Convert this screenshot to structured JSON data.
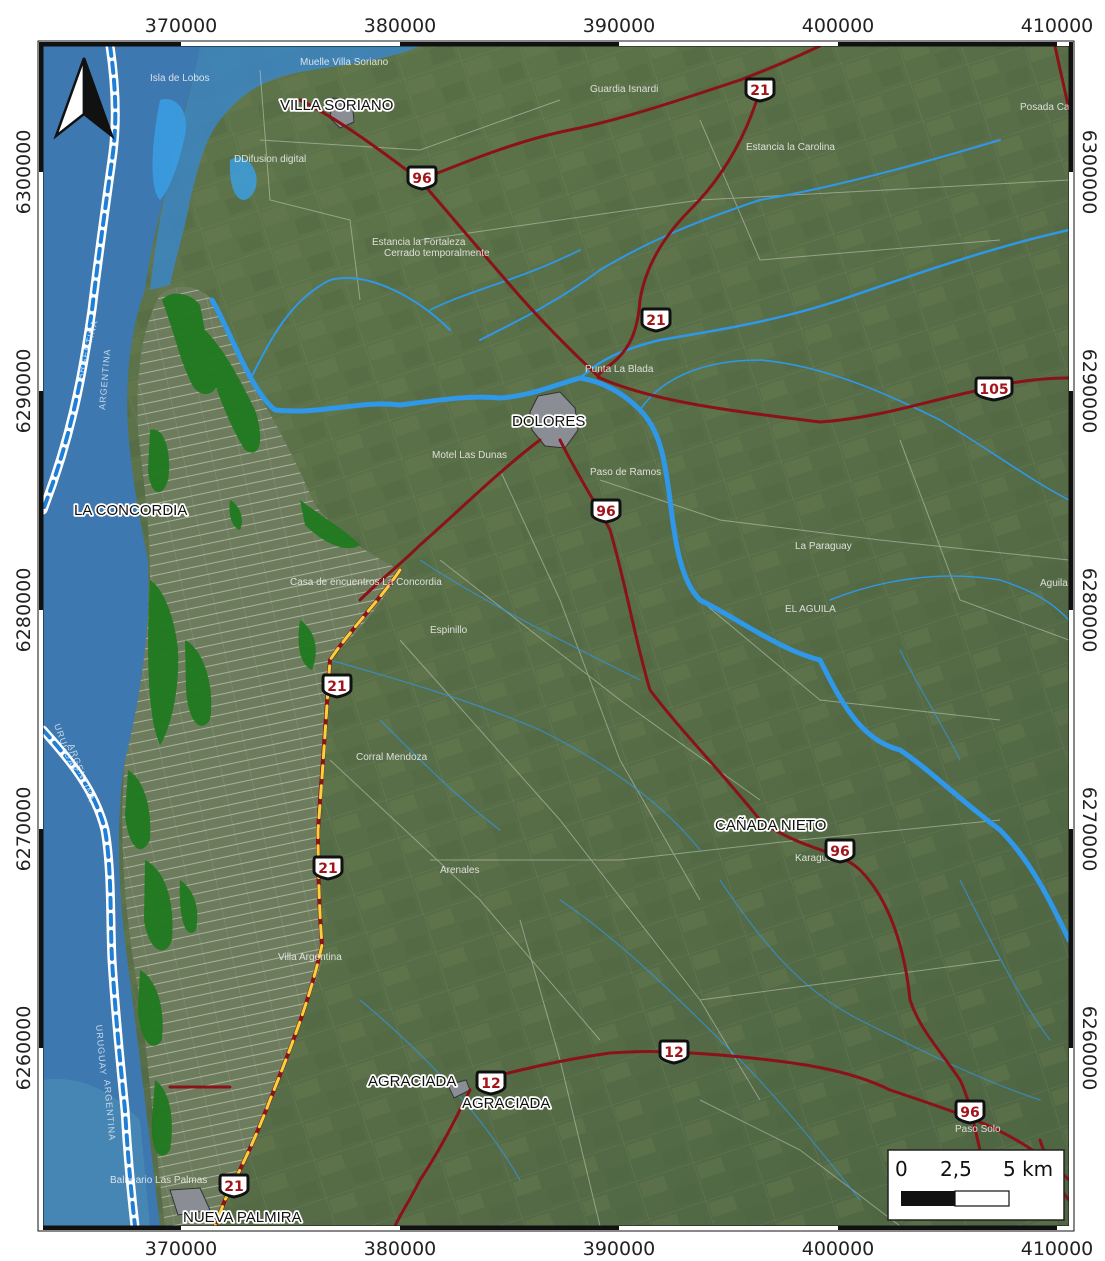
{
  "x_ticks": [
    "370000",
    "380000",
    "390000",
    "400000",
    "410000"
  ],
  "y_ticks": [
    "6300000",
    "6290000",
    "6280000",
    "6270000",
    "6260000"
  ],
  "places": [
    {
      "id": "villa-soriano",
      "label": "VILLA SORIANO"
    },
    {
      "id": "dolores",
      "label": "DOLORES"
    },
    {
      "id": "la-concordia",
      "label": "LA CONCORDIA"
    },
    {
      "id": "canada-nieto",
      "label": "CAÑADA NIETO"
    },
    {
      "id": "agraciada-1",
      "label": "AGRACIADA"
    },
    {
      "id": "agraciada-2",
      "label": "AGRACIADA"
    },
    {
      "id": "nueva-palmira",
      "label": "NUEVA PALMIRA"
    }
  ],
  "pois": [
    "Isla de Lobos",
    "Muelle Villa Soriano",
    "Guardia Isnardi",
    "Estancia la Carolina",
    "Posada Campo Santo",
    "DDifusion digital",
    "Estancia la Fortaleza",
    "Cerrado temporalmente",
    "Motel Las Dunas",
    "Paso de Ramos",
    "La Paraguay",
    "EL AGUILA",
    "Aguila",
    "Casa de encuentros La Concordia",
    "Espinillo",
    "Corral Mendoza",
    "Arenales",
    "Karagua",
    "Villa Argentina",
    "Balneario Las Palmas",
    "Paso Solo",
    "Punta La Blada"
  ],
  "border_labels": [
    "ARGENTINA",
    "ARGENTINA",
    "URUGUAY",
    "ARGENTINA",
    "URUGUAY",
    "ARGENTINA"
  ],
  "route_shields": [
    {
      "id": "r21-top",
      "num": "21"
    },
    {
      "id": "r96-north",
      "num": "96"
    },
    {
      "id": "r21-mid",
      "num": "21"
    },
    {
      "id": "r105",
      "num": "105"
    },
    {
      "id": "r96-dolores",
      "num": "96"
    },
    {
      "id": "r21-west-a",
      "num": "21"
    },
    {
      "id": "r21-west-b",
      "num": "21"
    },
    {
      "id": "r96-canada",
      "num": "96"
    },
    {
      "id": "r12-east",
      "num": "12"
    },
    {
      "id": "r12-agraciada",
      "num": "12"
    },
    {
      "id": "r96-south",
      "num": "96"
    },
    {
      "id": "r21-south",
      "num": "21"
    }
  ],
  "scale_bar": {
    "labels": [
      "0",
      "2,5",
      "5 km"
    ]
  },
  "colors": {
    "land": "#5a7048",
    "water": "#3d78b0",
    "river": "#2f98e8",
    "route": "#8b1218",
    "route_yellow": "#f5d43a",
    "forest": "#1f7a1f"
  }
}
